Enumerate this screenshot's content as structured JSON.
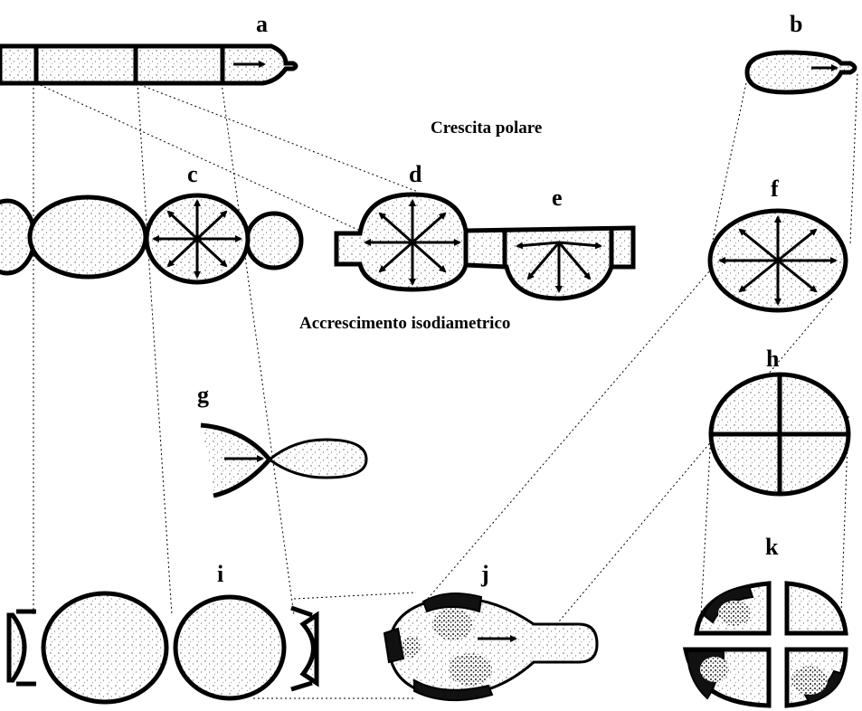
{
  "labels": {
    "a": "a",
    "b": "b",
    "c": "c",
    "d": "d",
    "e": "e",
    "f": "f",
    "g": "g",
    "h": "h",
    "i": "i",
    "j": "j",
    "k": "k"
  },
  "captions": {
    "polar_growth": "Crescita polare",
    "isodiametric_growth": "Accrescimento isodiametrico"
  }
}
